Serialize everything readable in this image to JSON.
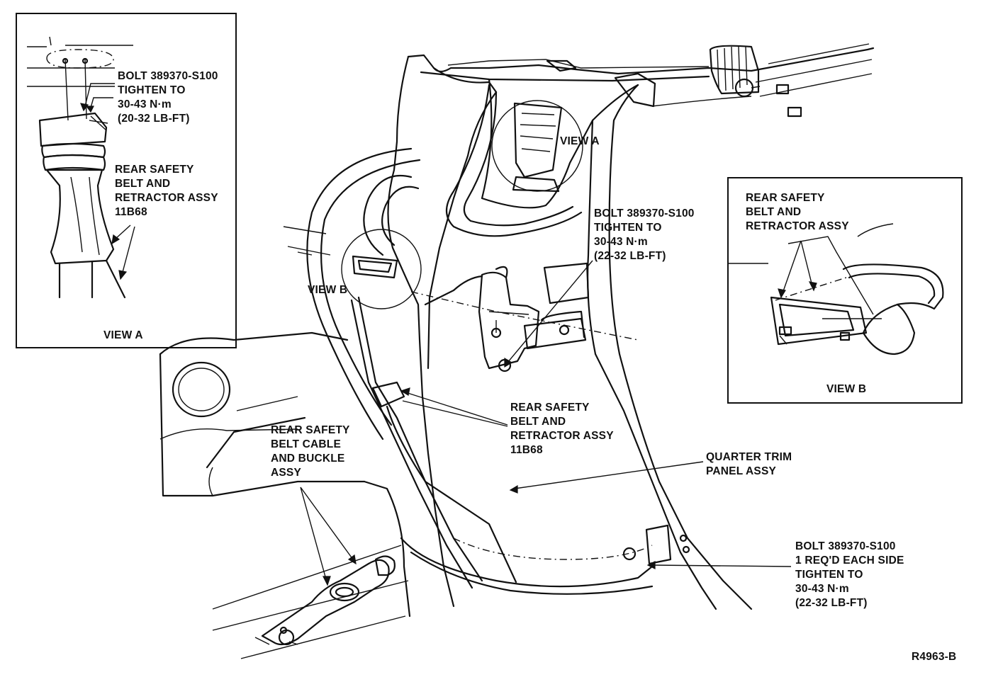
{
  "view_a": {
    "bolt_label": [
      "BOLT 389370-S100",
      "TIGHTEN TO",
      "30-43 N·m",
      "(20-32 LB-FT)"
    ],
    "retractor_label": [
      "REAR SAFETY",
      "BELT AND",
      "RETRACTOR ASSY",
      "11B68"
    ],
    "caption": "VIEW A"
  },
  "view_b": {
    "retractor_label": [
      "REAR SAFETY",
      "BELT AND",
      "RETRACTOR ASSY"
    ],
    "caption": "VIEW B"
  },
  "main": {
    "view_a_callout": "VIEW A",
    "view_b_callout": "VIEW B",
    "upper_bolt_label": [
      "BOLT 389370-S100",
      "TIGHTEN TO",
      "30-43 N·m",
      "(22-32 LB-FT)"
    ],
    "retractor_label": [
      "REAR SAFETY",
      "BELT AND",
      "RETRACTOR ASSY",
      "11B68"
    ],
    "buckle_label": [
      "REAR SAFETY",
      "BELT CABLE",
      "AND BUCKLE",
      "ASSY"
    ],
    "trim_label": [
      "QUARTER TRIM",
      "PANEL ASSY"
    ],
    "lower_bolt_label": [
      "BOLT 389370-S100",
      "1 REQ'D EACH SIDE",
      "TIGHTEN TO",
      "30-43 N·m",
      "(22-32 LB-FT)"
    ]
  },
  "figure_id": "R4963-B"
}
